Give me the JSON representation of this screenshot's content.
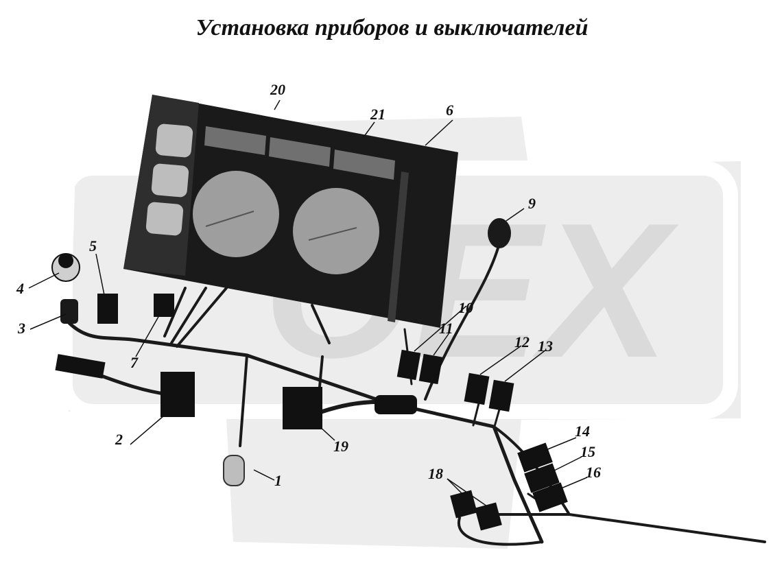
{
  "title": "Установка приборов и выключателей",
  "watermark": {
    "text": "OEX",
    "color": "#d9d9d9"
  },
  "colors": {
    "ink": "#111111",
    "panel": "#1a1a1a",
    "gauge": "#9e9e9e",
    "wire": "#1a1a1a"
  },
  "callouts": [
    {
      "id": "1",
      "text": "1"
    },
    {
      "id": "2",
      "text": "2"
    },
    {
      "id": "3",
      "text": "3"
    },
    {
      "id": "4",
      "text": "4"
    },
    {
      "id": "5",
      "text": "5"
    },
    {
      "id": "6",
      "text": "6"
    },
    {
      "id": "7",
      "text": "7"
    },
    {
      "id": "9",
      "text": "9"
    },
    {
      "id": "10",
      "text": "10"
    },
    {
      "id": "11",
      "text": "11"
    },
    {
      "id": "12",
      "text": "12"
    },
    {
      "id": "13",
      "text": "13"
    },
    {
      "id": "14",
      "text": "14"
    },
    {
      "id": "15",
      "text": "15"
    },
    {
      "id": "16",
      "text": "16"
    },
    {
      "id": "18",
      "text": "18"
    },
    {
      "id": "19",
      "text": "19"
    },
    {
      "id": "20",
      "text": "20"
    },
    {
      "id": "21",
      "text": "21"
    }
  ]
}
